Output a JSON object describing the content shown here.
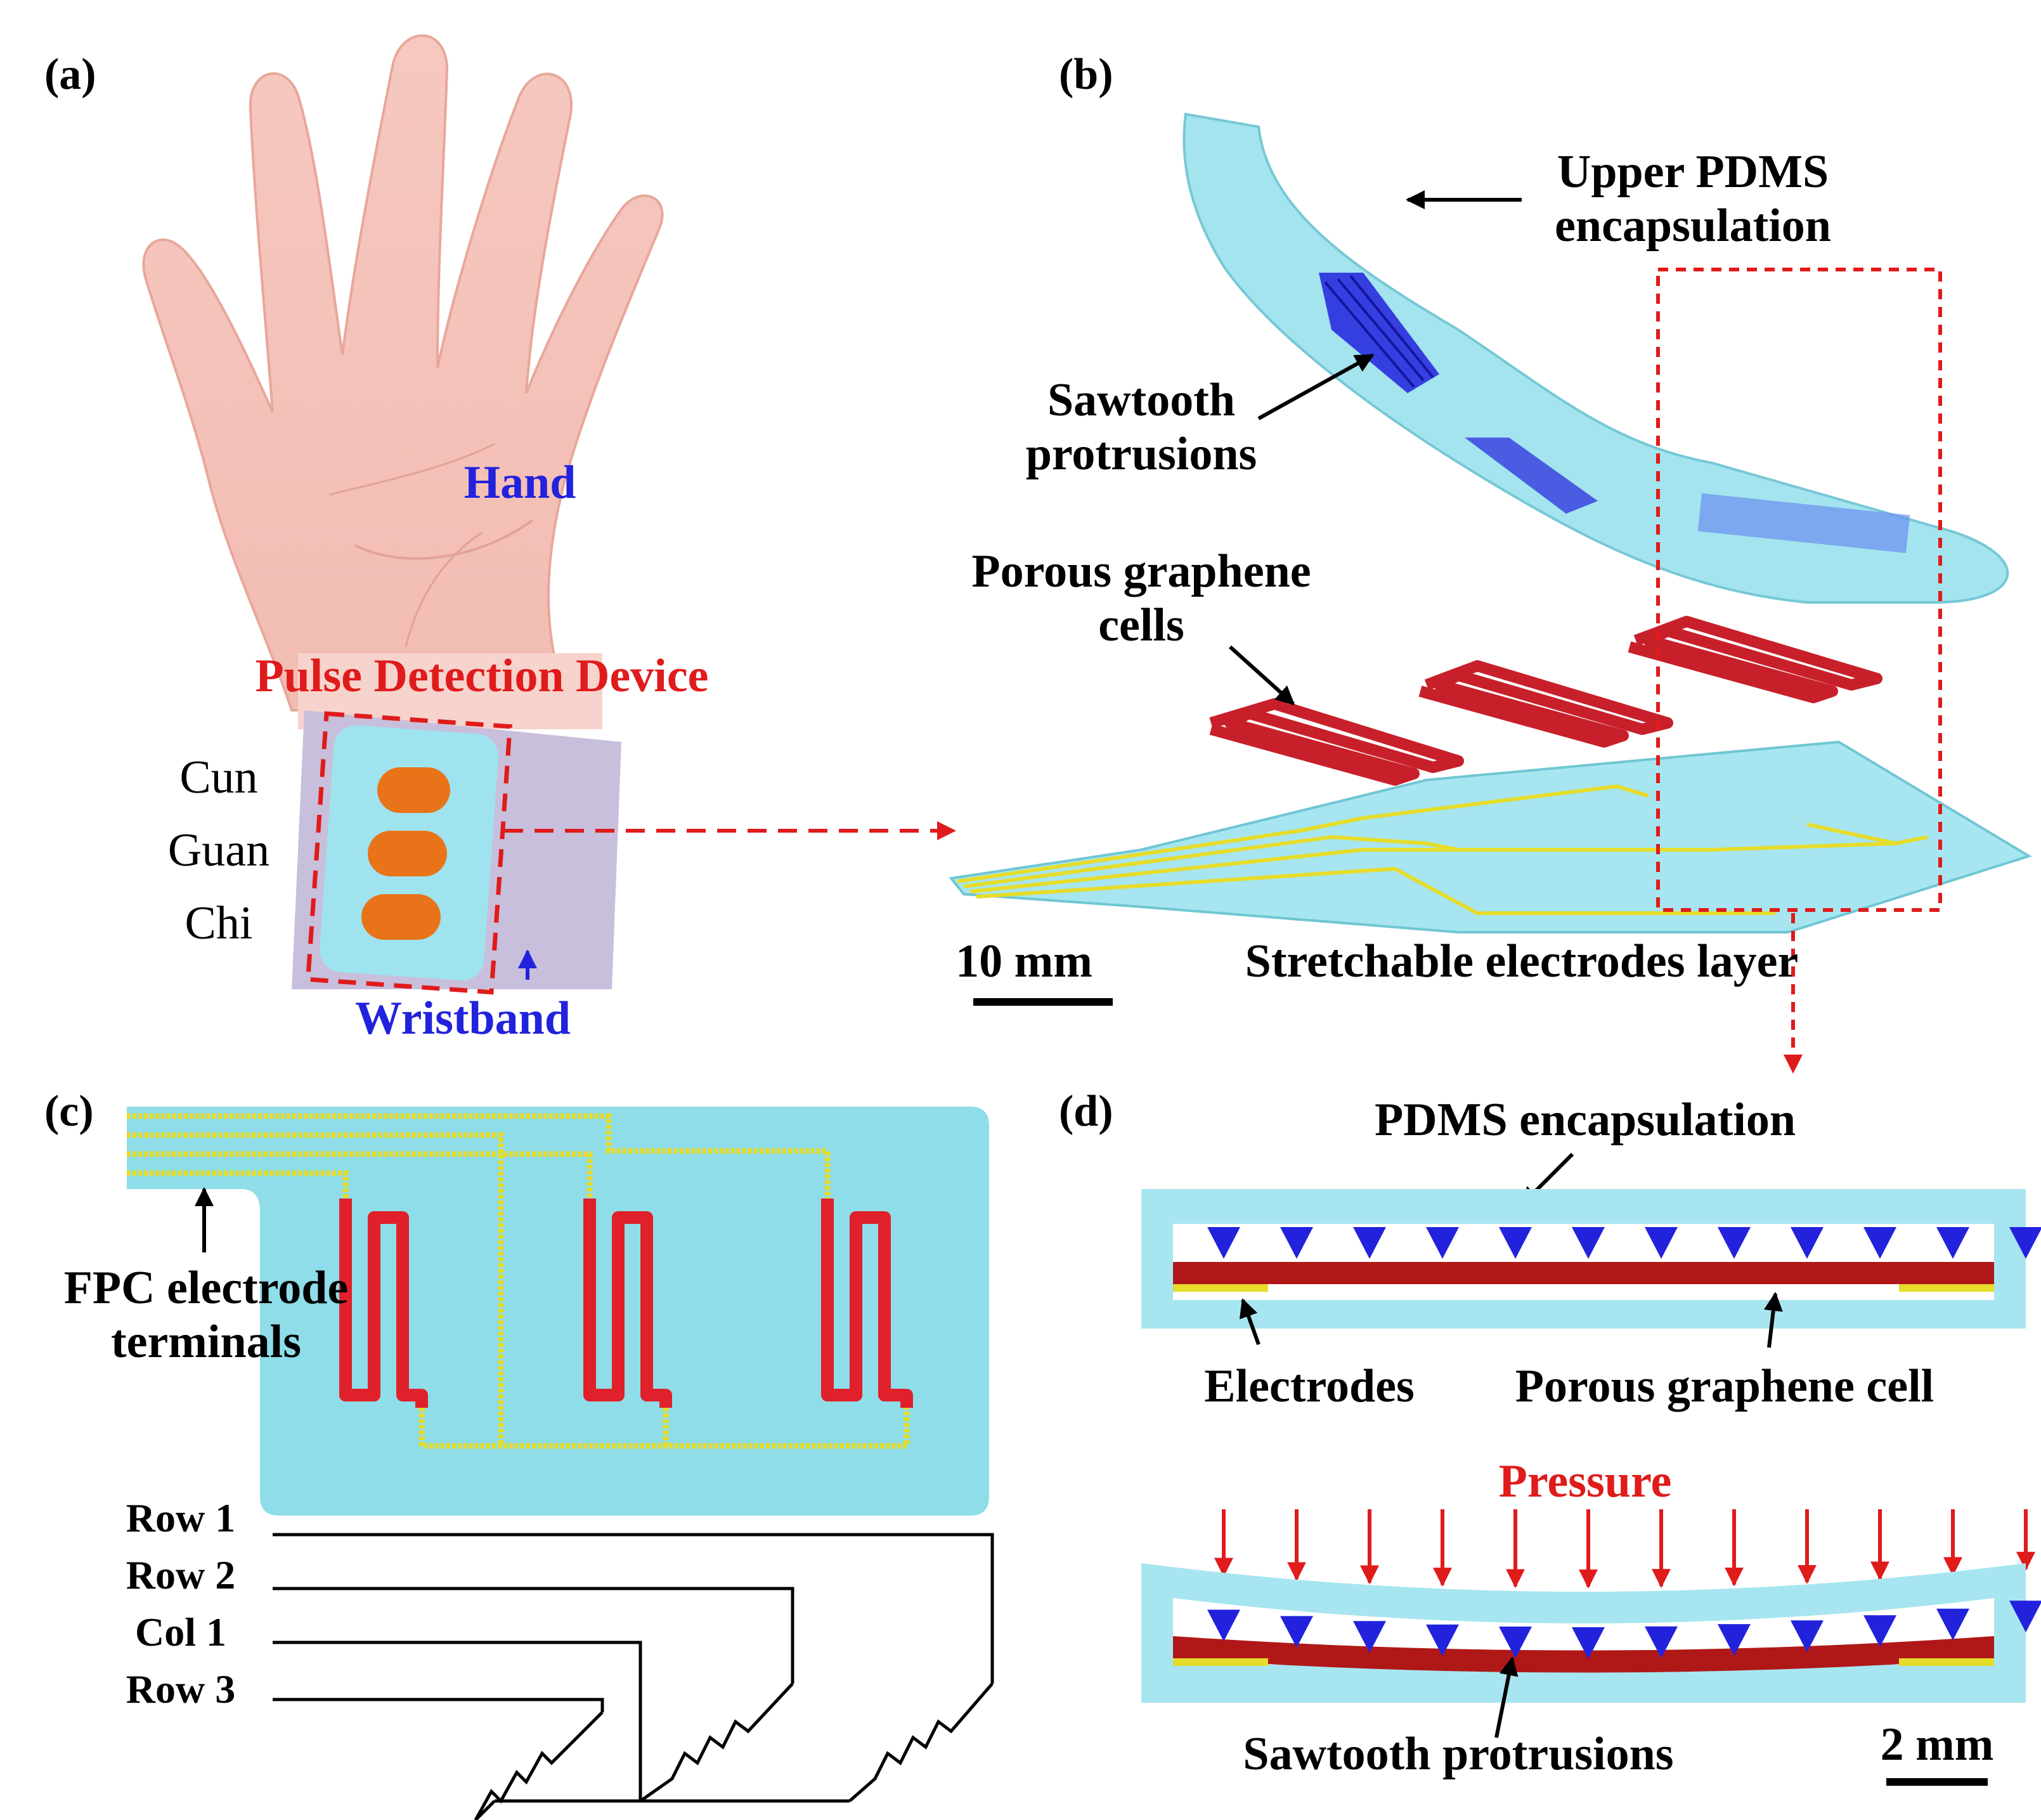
{
  "panels": {
    "a": {
      "label": "(a)",
      "hand": "Hand",
      "device": "Pulse Detection Device",
      "positions": [
        "Cun",
        "Guan",
        "Chi"
      ],
      "wristband": "Wristband"
    },
    "b": {
      "label": "(b)",
      "upper": [
        "Upper PDMS",
        "encapsulation"
      ],
      "sawtooth": [
        "Sawtooth",
        "protrusions"
      ],
      "cells": [
        "Porous graphene",
        "cells"
      ],
      "electrodes": "Stretchable electrodes layer",
      "scale": "10 mm"
    },
    "c": {
      "label": "(c)",
      "fpc": [
        "FPC electrode",
        "terminals"
      ],
      "rows": [
        "Row 1",
        "Row 2",
        "Col 1",
        "Row 3"
      ]
    },
    "d": {
      "label": "(d)",
      "pdms": "PDMS encapsulation",
      "electrodes": "Electrodes",
      "cell": "Porous graphene cell",
      "pressure": "Pressure",
      "sawtooth": "Sawtooth protrusions",
      "scale": "2 mm"
    }
  },
  "colors": {
    "pdms": "#9fe3ee",
    "trace": "#e6dc2a",
    "graphene": "#c8202a",
    "tooth": "#2222dd",
    "label_blue": "#2222dd",
    "label_red": "#e01b1b",
    "orange": "#e87318",
    "wristband": "#c8bfdc"
  }
}
